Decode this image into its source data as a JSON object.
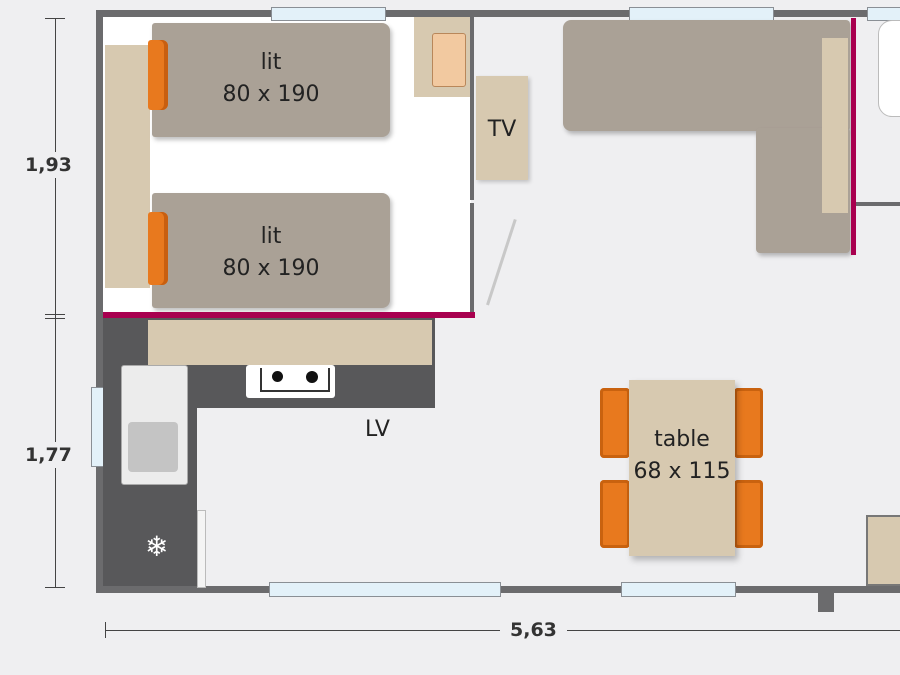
{
  "rooms": {
    "bed1": {
      "name": "lit",
      "size": "80 x 190"
    },
    "bed2": {
      "name": "lit",
      "size": "80 x 190"
    },
    "tv": "TV",
    "lv": "LV",
    "table": {
      "name": "table",
      "size": "68 x 115"
    }
  },
  "dimensions": {
    "height_top": "1,93",
    "height_bottom": "1,77",
    "width": "5,63"
  },
  "colors": {
    "wall": "#6b6b6d",
    "partition": "#a8004f",
    "furniture": "#aaa196",
    "accent": "#e8791e"
  }
}
